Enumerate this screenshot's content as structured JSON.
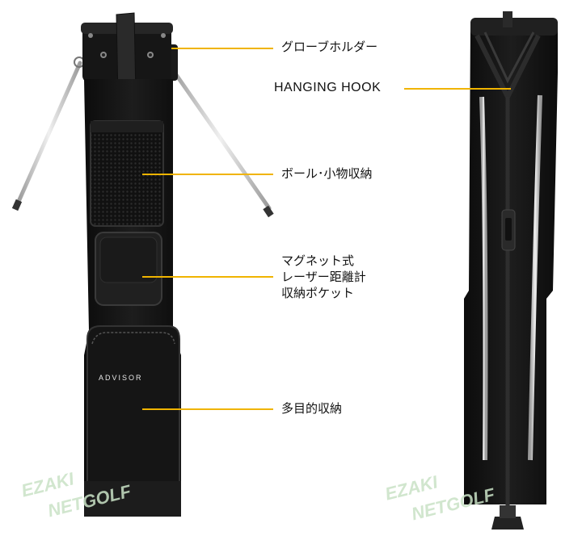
{
  "callouts": {
    "glove_holder": "グローブホルダー",
    "hanging_hook": "HANGING HOOK",
    "ball_pocket": "ボール･小物収納",
    "magnet_line1": "マグネット式",
    "magnet_line2": "レーザー距離計",
    "magnet_line3": "収納ポケット",
    "multi_pocket": "多目的収納"
  },
  "product_logo": "ADVISOR",
  "watermarks": {
    "brand_top": "EZAKI",
    "brand_bottom": "NETGOLF"
  },
  "colors": {
    "bag": "#141414",
    "leader": "#f0b400",
    "leg": "#d8d8d8",
    "watermark": "#c9e2c6"
  }
}
